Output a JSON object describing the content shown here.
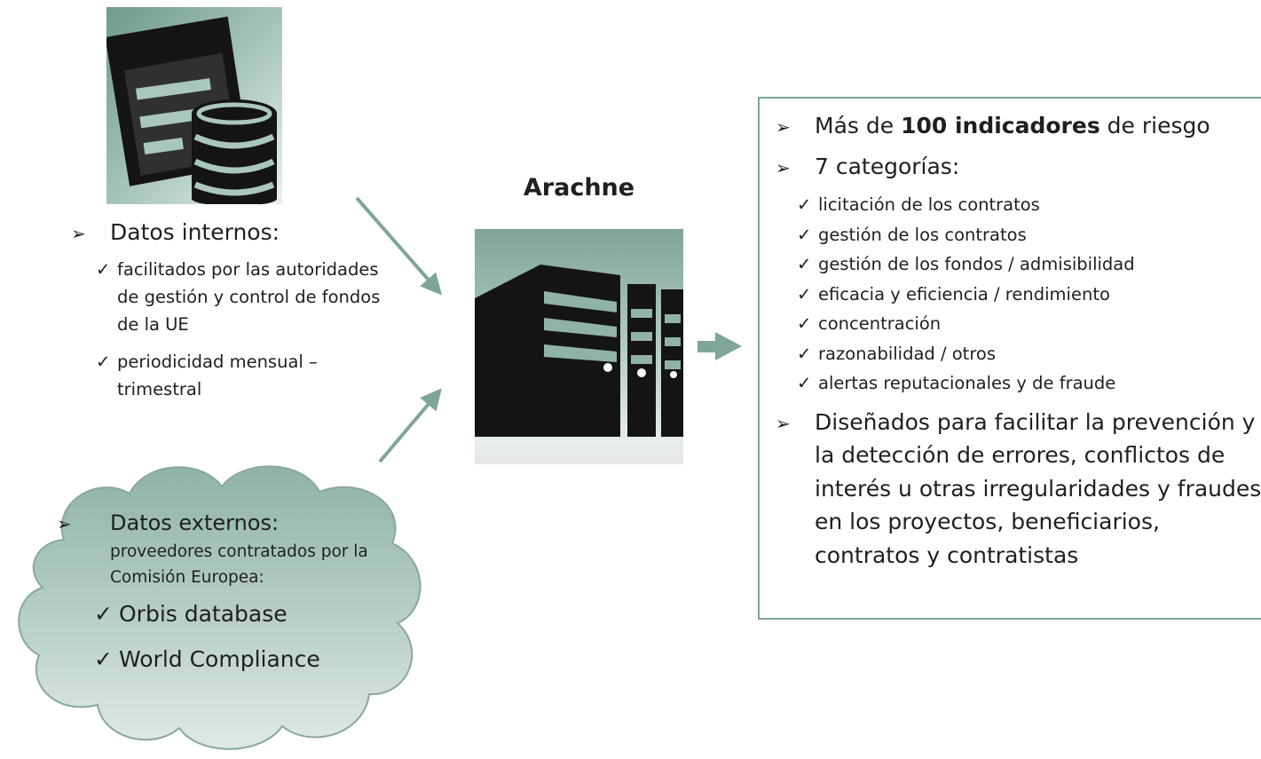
{
  "colors": {
    "accent": "#7fa597",
    "icon_dark": "#141414",
    "icon_bg": "#8aaea0",
    "border": "#7fa597"
  },
  "icons": {
    "document_database": "document-with-database-icon",
    "building": "building-icon",
    "cloud": "cloud-shape",
    "bullet": "arrowhead-bullet",
    "check": "check-mark"
  },
  "bullet": "➢",
  "check": "✓",
  "internal": {
    "heading": "Datos internos:",
    "items": [
      "facilitados por las autoridades de gestión y control de fondos de la UE",
      "periodicidad mensual – trimestral"
    ]
  },
  "external": {
    "heading": "Datos externos:",
    "description": "proveedores contratados por la Comisión Europea:",
    "sources": [
      "Orbis database",
      "World Compliance"
    ]
  },
  "center": {
    "title": "Arachne"
  },
  "panel": {
    "line1": {
      "prefix": "Más de ",
      "bold": "100 indicadores",
      "suffix": " de riesgo"
    },
    "line2": "7 categorías:",
    "categories": [
      "licitación de los contratos",
      "gestión de los contratos",
      "gestión de los fondos / admisibilidad",
      "eficacia y eficiencia / rendimiento",
      "concentración",
      "razonabilidad / otros",
      "alertas reputacionales y de fraude"
    ],
    "line3": "Diseñados para facilitar la prevención y la detección de errores, conflictos de interés u otras irregularidades y fraudes en los proyectos, beneficiarios, contratos y contratistas"
  }
}
